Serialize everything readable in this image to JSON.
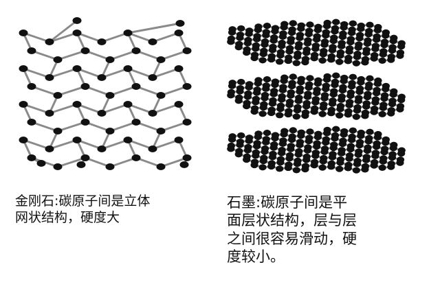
{
  "colors": {
    "atom": "#111111",
    "bond": "#8a8a8a",
    "text": "#111111"
  },
  "diamond": {
    "caption_lines": [
      "金刚石:碳原子间是立体",
      "网状结构，硬度大"
    ]
  },
  "graphite": {
    "layer_count": 3,
    "caption_lines": [
      "石墨:碳原子间是平",
      "面层状结构，层与层",
      "之间很容易滑动，硬",
      "度较小。"
    ]
  }
}
